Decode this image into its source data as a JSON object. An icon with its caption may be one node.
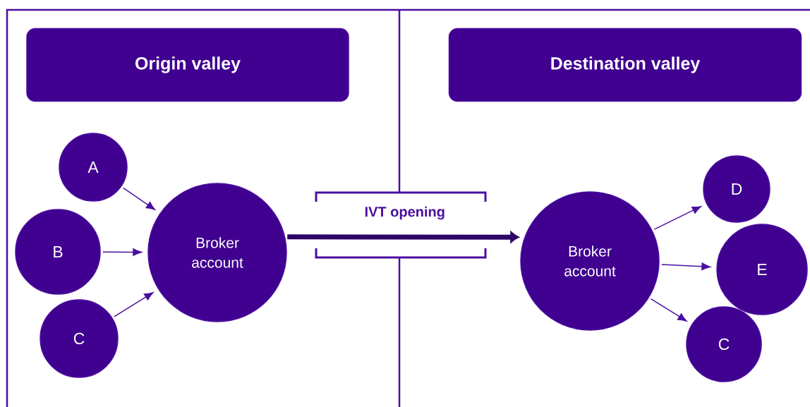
{
  "diagram": {
    "nodes": [
      {
        "text": [
          "Origin valley"
        ]
      },
      {
        "text": [
          "Destination valley"
        ]
      },
      {
        "text": [
          "A"
        ]
      },
      {
        "text": [
          "B"
        ]
      },
      {
        "text": [
          "C"
        ]
      },
      {
        "text": [
          "Broker account"
        ]
      },
      {
        "text": [
          "Broker account"
        ]
      },
      {
        "text": [
          "D"
        ]
      },
      {
        "text": [
          "E"
        ]
      },
      {
        "text": [
          "C"
        ]
      }
    ],
    "edges": [
      {
        "from": 2,
        "to": 5,
        "arrow": "to"
      },
      {
        "from": 3,
        "to": 5,
        "arrow": "to"
      },
      {
        "from": 4,
        "to": 5,
        "arrow": "to"
      },
      {
        "from": 5,
        "to": 6,
        "arrow": "to",
        "label": "IVT opening",
        "style": "thick",
        "color": "#2e0466"
      },
      {
        "from": 6,
        "to": 7,
        "arrow": "to"
      },
      {
        "from": 6,
        "to": 8,
        "arrow": "to"
      },
      {
        "from": 6,
        "to": 9,
        "arrow": "to"
      }
    ]
  }
}
